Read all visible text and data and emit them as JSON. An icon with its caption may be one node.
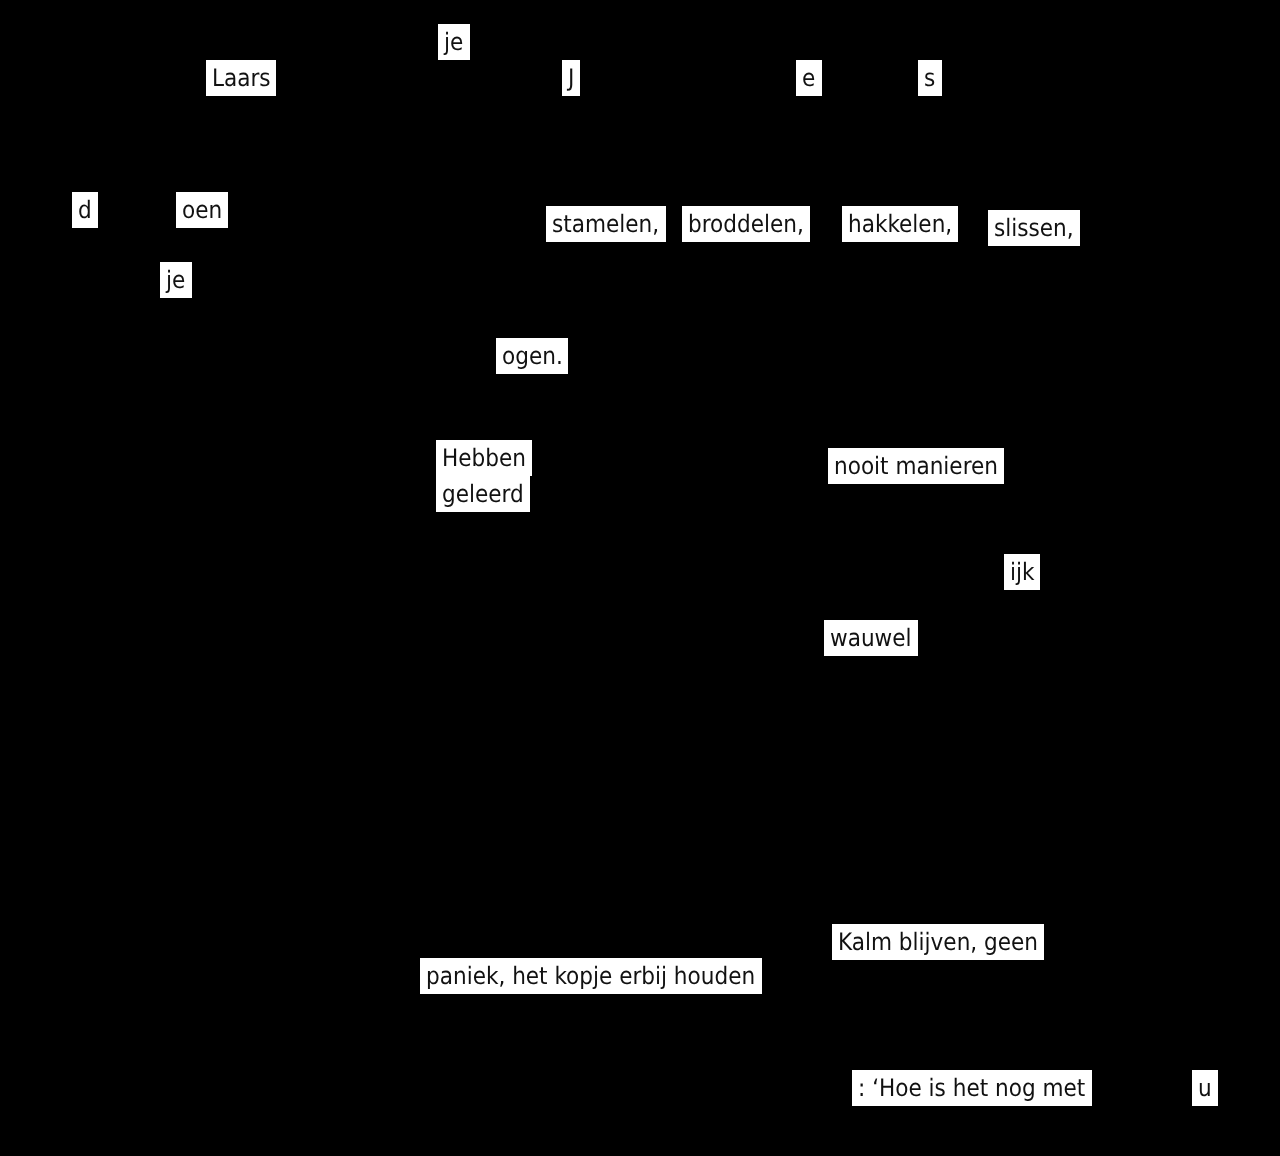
{
  "diagram": {
    "labels": [
      "je",
      "Laars",
      "J",
      "e",
      "s",
      "d",
      "oen",
      "stamelen,",
      "broddelen,",
      "hakkelen,",
      "slissen,",
      "je",
      "ogen.",
      "Hebben",
      "nooit manieren",
      "geleerd",
      "ijk",
      "wauwel",
      "Kalm blijven, geen",
      "paniek, het kopje erbij houden",
      ": ‘Hoe is het nog met",
      "u"
    ]
  }
}
